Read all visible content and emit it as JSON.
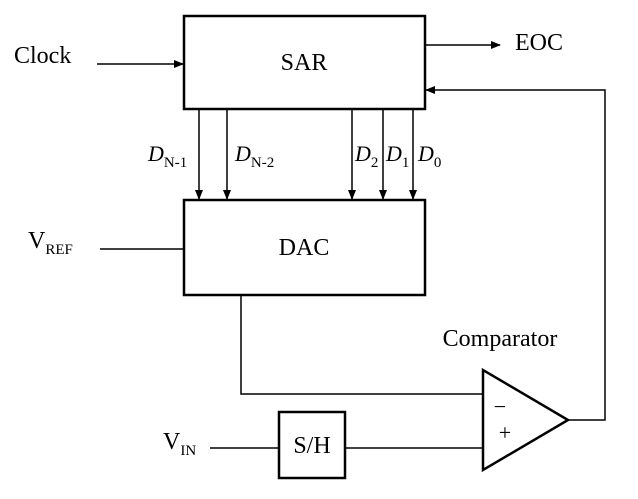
{
  "blocks": {
    "sar": "SAR",
    "dac": "DAC",
    "sample_hold": "S/H",
    "comparator": "Comparator"
  },
  "signals": {
    "clock": "Clock",
    "eoc": "EOC",
    "vref": {
      "main": "V",
      "sub": "REF"
    },
    "vin": {
      "main": "V",
      "sub": "IN"
    }
  },
  "bits": [
    {
      "main": "D",
      "sub": "N-1"
    },
    {
      "main": "D",
      "sub": "N-2"
    },
    {
      "main": "D",
      "sub": "2"
    },
    {
      "main": "D",
      "sub": "1"
    },
    {
      "main": "D",
      "sub": "0"
    }
  ],
  "comparator_inputs": {
    "minus": "−",
    "plus": "+"
  }
}
